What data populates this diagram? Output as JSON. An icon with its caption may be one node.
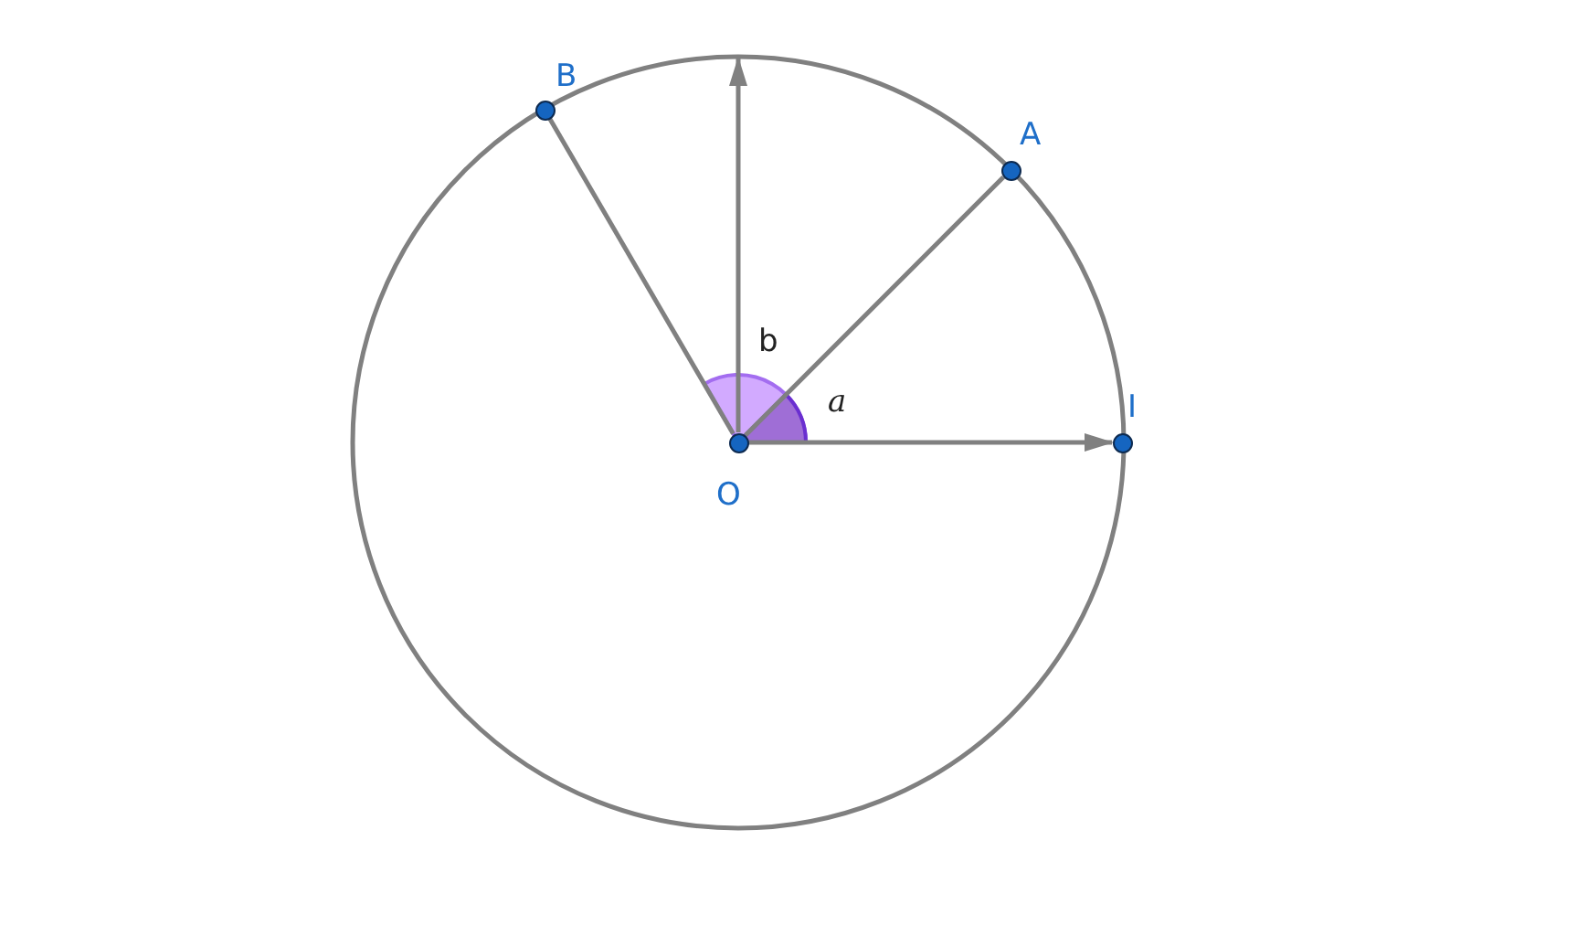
{
  "diagram": {
    "nodes": [
      {
        "text": [
          "O"
        ]
      },
      {
        "text": [
          "B"
        ]
      },
      {
        "text": [
          "A"
        ]
      },
      {
        "text": [
          "I"
        ]
      }
    ],
    "edges": [
      {
        "from": 0,
        "to": 1,
        "arrow": "none"
      },
      {
        "from": 0,
        "to": null,
        "arrow": "to"
      },
      {
        "from": 0,
        "to": 2,
        "arrow": "none"
      },
      {
        "from": 0,
        "to": 3,
        "arrow": "to"
      }
    ],
    "labels": [
      "b",
      "a"
    ]
  }
}
